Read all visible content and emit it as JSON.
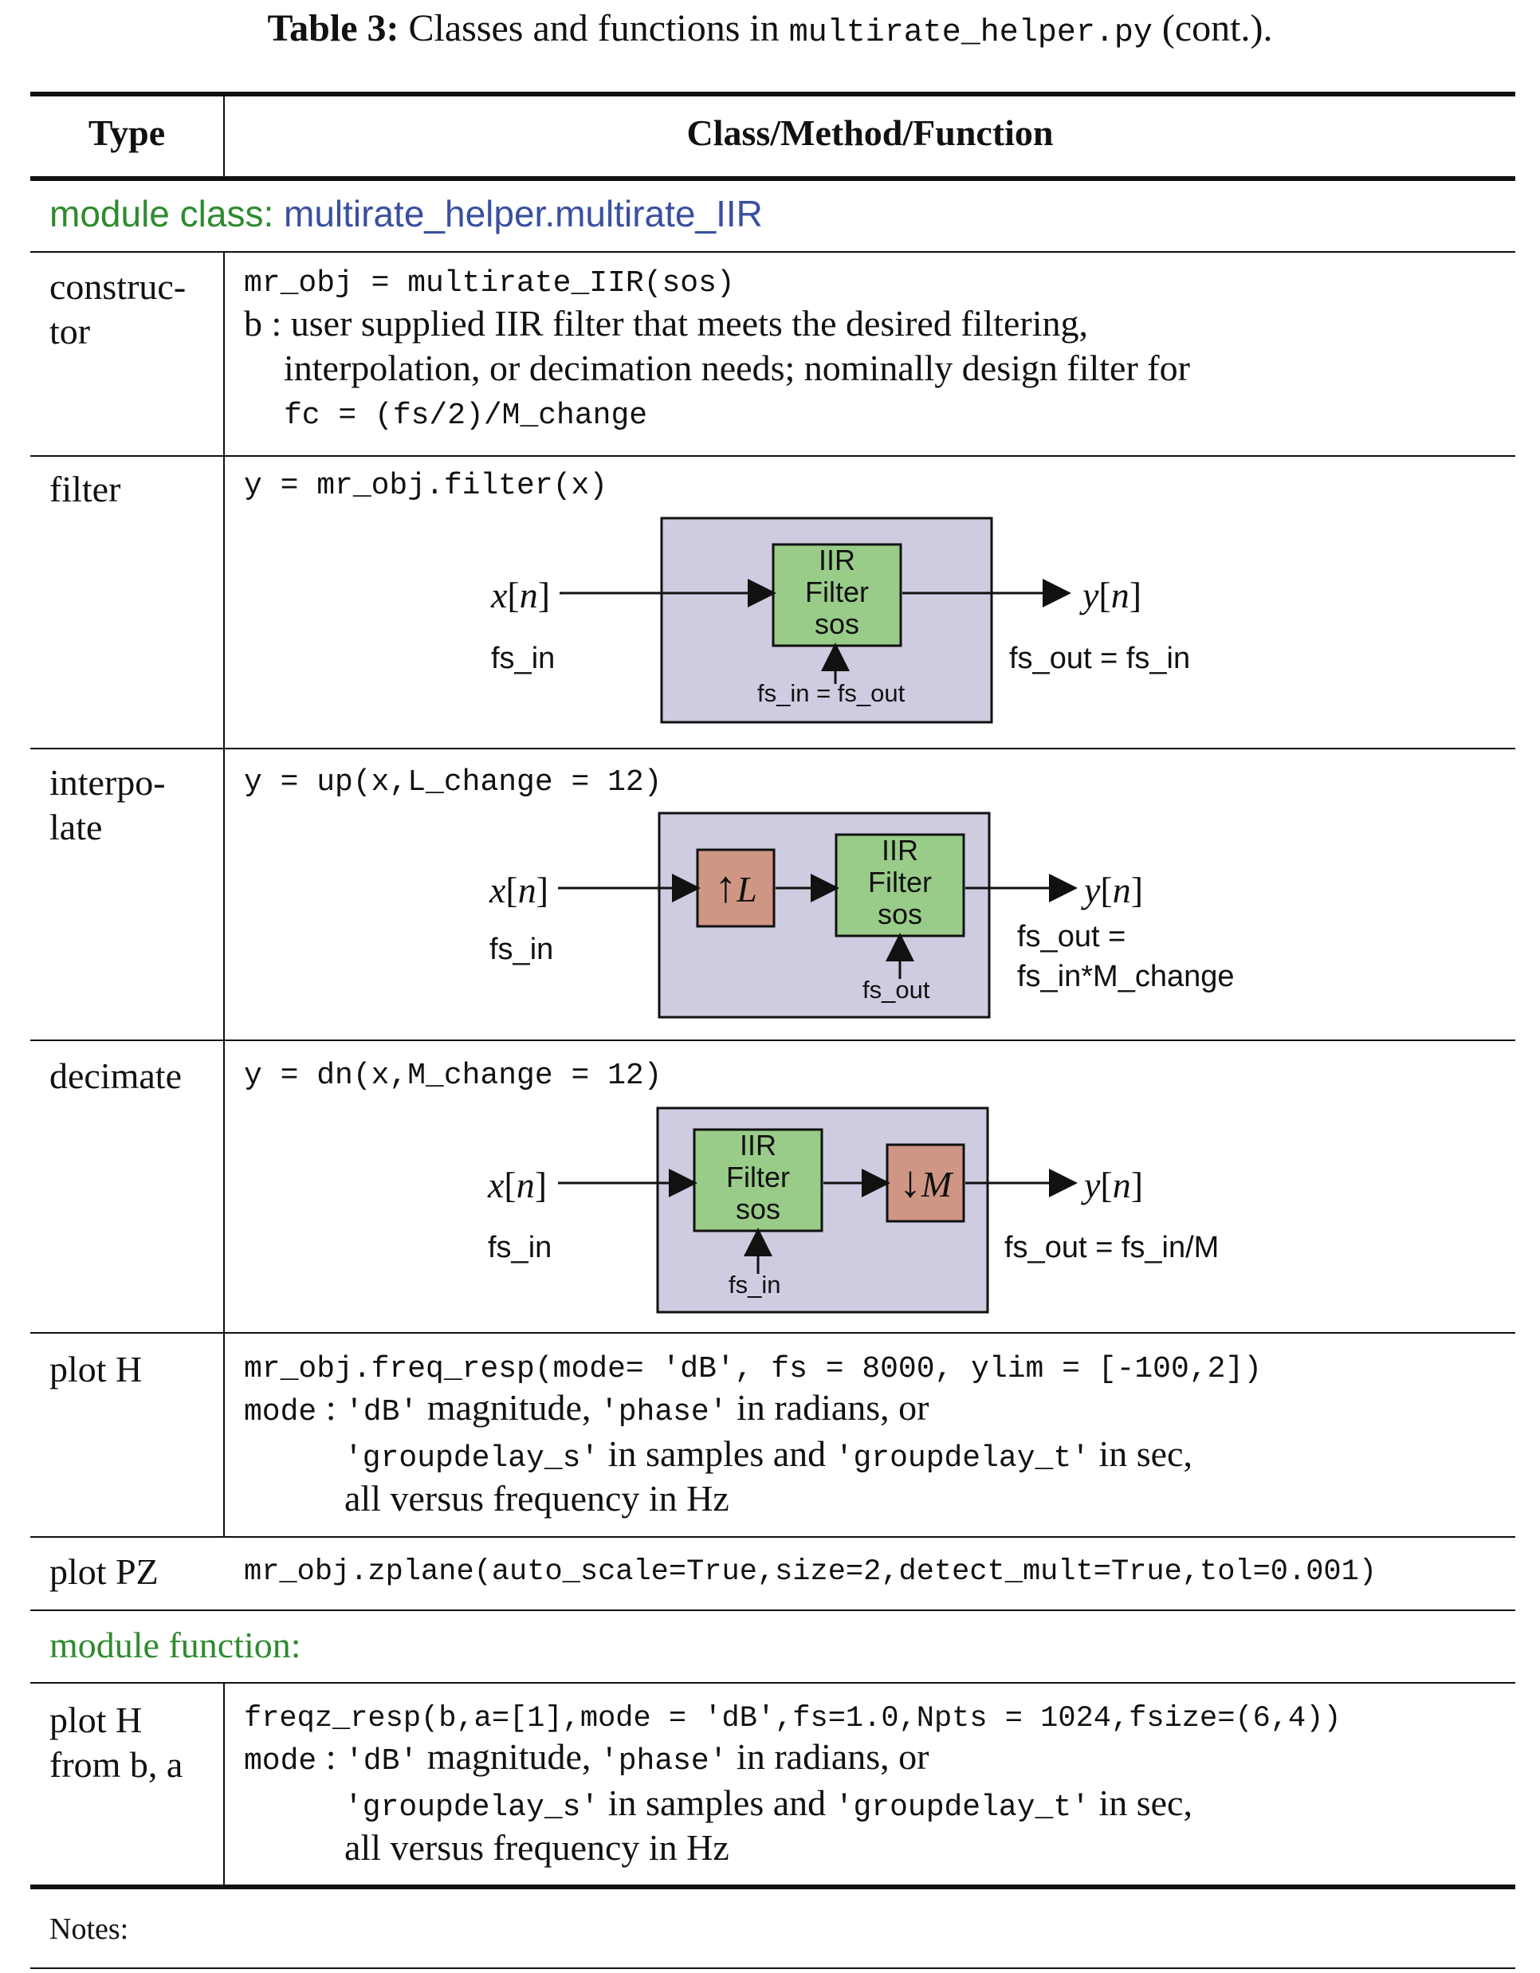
{
  "caption": {
    "label": "Table 3:",
    "text_pre": " Classes and functions in ",
    "file": "multirate_helper.py",
    "text_post": " (cont.)."
  },
  "header": {
    "type": "Type",
    "func": "Class/Method/Function"
  },
  "module_class": {
    "prefix": "module class: ",
    "name": "multirate_helper.multirate_IIR"
  },
  "rows": {
    "constructor": {
      "type_l1": "construc-",
      "type_l2": "tor",
      "code": "mr_obj = multirate_IIR(sos)",
      "desc_l1": "b : user supplied IIR filter that meets the desired filtering,",
      "desc_l2": "interpolation, or decimation needs; nominally design filter for",
      "desc_code": "fc = (fs/2)/M_change"
    },
    "filter": {
      "type": "filter",
      "code": "y = mr_obj.filter(x)"
    },
    "interpolate": {
      "type_l1": "interpo-",
      "type_l2": "late",
      "code": "y = up(x,L_change = 12)"
    },
    "decimate": {
      "type": "decimate",
      "code": "y = dn(x,M_change = 12)"
    },
    "plot_h": {
      "type": "plot H",
      "code": "mr_obj.freq_resp(mode= 'dB', fs = 8000, ylim = [-100,2])",
      "l2_code1": "mode",
      "l2_t1": " : ",
      "l2_code2": "'dB'",
      "l2_t2": " magnitude, ",
      "l2_code3": "'phase'",
      "l2_t3": " in radians, or",
      "l3_code1": "'groupdelay_s'",
      "l3_t1": " in samples and ",
      "l3_code2": "'groupdelay_t'",
      "l3_t2": " in sec,",
      "l4": "all versus frequency in Hz"
    },
    "plot_pz": {
      "type": "plot PZ",
      "code": "mr_obj.zplane(auto_scale=True,size=2,detect_mult=True,tol=0.001)"
    },
    "module_function": "module function:",
    "plot_h_ba": {
      "type_l1": "plot H",
      "type_l2": "from b, a",
      "code": "freqz_resp(b,a=[1],mode = 'dB',fs=1.0,Npts = 1024,fsize=(6,4))",
      "l2_code1": "mode",
      "l2_t1": " : ",
      "l2_code2": "'dB'",
      "l2_t2": " magnitude, ",
      "l2_code3": "'phase'",
      "l2_t3": " in radians, or",
      "l3_code1": "'groupdelay_s'",
      "l3_t1": " in samples and ",
      "l3_code2": "'groupdelay_t'",
      "l3_t2": " in sec,",
      "l4": "all versus frequency in Hz"
    },
    "notes": "Notes:"
  },
  "diagrams": {
    "input_x": "x",
    "input_n": "n",
    "output_y": "y",
    "output_n": "n",
    "fs_in": "fs_in",
    "iir_l1": "IIR",
    "iir_l2": "Filter",
    "iir_l3": "sos",
    "filter_rate": "fs_in = fs_out",
    "filter_out": "fs_out = fs_in",
    "interp_rate": "fs_out",
    "interp_out_l1": "fs_out =",
    "interp_out_l2": "fs_in*M_change",
    "up_symbol": "↑",
    "up_L": "L",
    "dec_rate": "fs_in",
    "dec_out": "fs_out = fs_in/M",
    "down_symbol": "↓",
    "down_M": "M",
    "colors": {
      "box_bg": "#cdcce0",
      "filter_green": "#99cc88",
      "resample_brown": "#cf9684"
    }
  }
}
